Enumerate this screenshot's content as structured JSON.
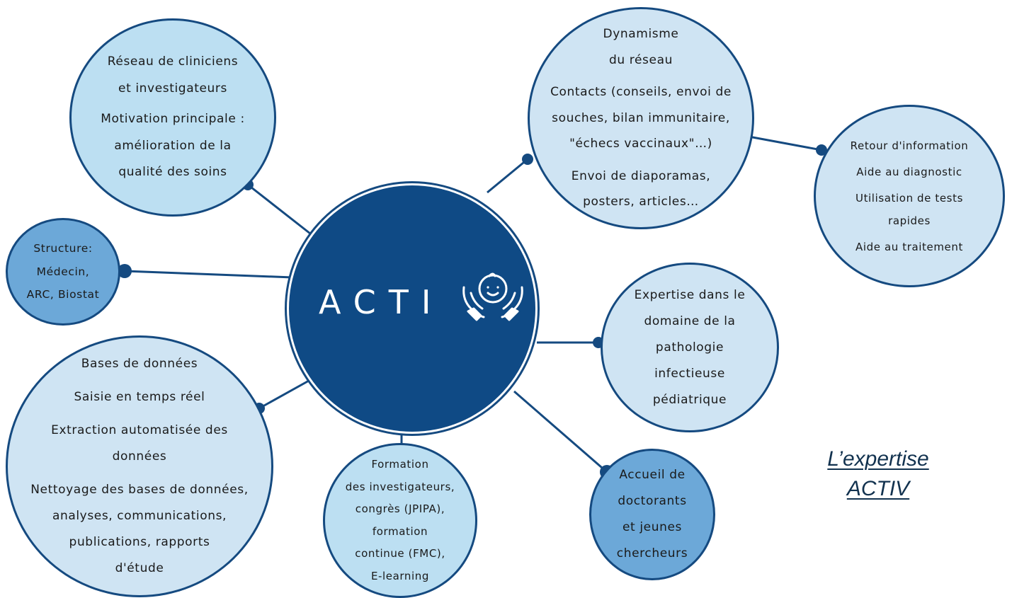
{
  "center": {
    "title": "ACTI",
    "logo_icon": "baby-in-hands-icon"
  },
  "nodes": {
    "reseau": {
      "lines": [
        "Réseau de cliniciens",
        "et investigateurs",
        "Motivation principale :",
        "amélioration de la",
        "qualité des soins"
      ]
    },
    "dynamisme": {
      "lines": [
        "Dynamisme",
        "du réseau",
        "Contacts (conseils, envoi de",
        "souches, bilan immunitaire,",
        "\"échecs vaccinaux\"…)",
        "Envoi de diaporamas,",
        "posters, articles…"
      ]
    },
    "retour": {
      "lines": [
        "Retour d'information",
        "Aide au diagnostic",
        "Utilisation de tests",
        "rapides",
        "Aide au traitement"
      ]
    },
    "structure": {
      "lines": [
        "Structure:",
        "Médecin,",
        "ARC, Biostat"
      ]
    },
    "bases": {
      "lines": [
        "Bases de données",
        "Saisie en temps réel",
        "Extraction automatisée des",
        "données",
        "Nettoyage des bases de données,",
        "analyses, communications,",
        "publications, rapports",
        "d'étude"
      ]
    },
    "formation": {
      "lines": [
        "Formation",
        "des investigateurs,",
        "congrès (JPIPA),",
        "formation",
        "continue (FMC),",
        "E-learning"
      ]
    },
    "expertise": {
      "lines": [
        "Expertise dans le",
        "domaine de la",
        "pathologie",
        "infectieuse",
        "pédiatrique"
      ]
    },
    "accueil": {
      "lines": [
        "Accueil de",
        "doctorants",
        "et jeunes",
        "chercheurs"
      ]
    }
  },
  "caption": {
    "line1": "L’expertise",
    "line2": "ACTIV"
  },
  "colors": {
    "dark_blue": "#0f4a85",
    "outline": "#154a80",
    "pale_blue": "#cfe4f3",
    "light_blue": "#bcdff2",
    "mid_blue": "#6ca8d8"
  }
}
